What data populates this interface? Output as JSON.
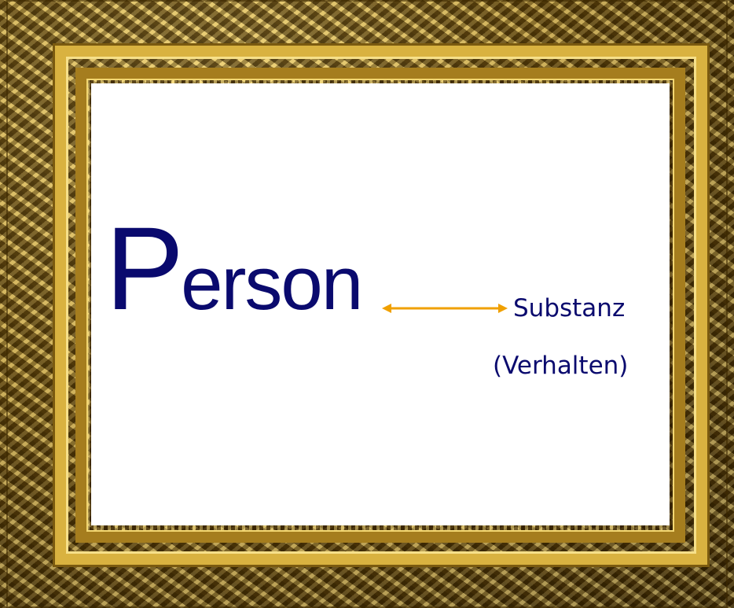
{
  "slide": {
    "term_initial": "P",
    "term_rest": "erson",
    "target_label": "Substanz",
    "sub_label": "(Verhalten)"
  },
  "colors": {
    "text": "#0a0a6e",
    "arrow": "#f0a000",
    "background": "#14147a",
    "canvas": "#ffffff",
    "frame_gold": "#d9b240"
  },
  "icons": {
    "arrow": "double-headed-arrow-icon"
  }
}
